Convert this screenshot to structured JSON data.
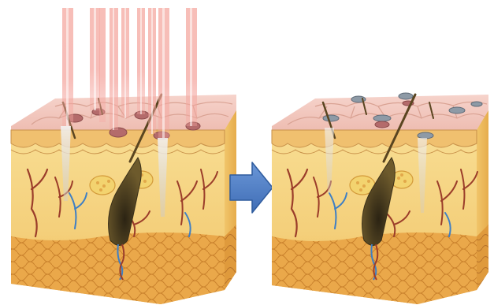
{
  "illustration": {
    "panels": [
      {
        "name": "before-treatment",
        "state": "laser-beams-on-skin"
      },
      {
        "name": "after-treatment",
        "state": "spots-lifted"
      }
    ],
    "beam_count": 9,
    "arrow_direction": "right"
  },
  "colors": {
    "background": "#ffffff",
    "beam": "#f4a7a0",
    "epidermis_top": "#f2c7be",
    "cell_outline": "#d9a293",
    "dermis": "#f6d788",
    "dermis_dark": "#e8b45a",
    "fat": "#e9a746",
    "fat_outline": "#c9812c",
    "vessel_red": "#9b3d2a",
    "vessel_blue": "#3f7fc4",
    "hair": "#5a4520",
    "follicle": "#2c2516",
    "pigment": "#b46b6b",
    "pigment_faded": "#8e9aa6",
    "arrow": "#4a79c4",
    "arrow_outline": "#2f5c9e"
  }
}
